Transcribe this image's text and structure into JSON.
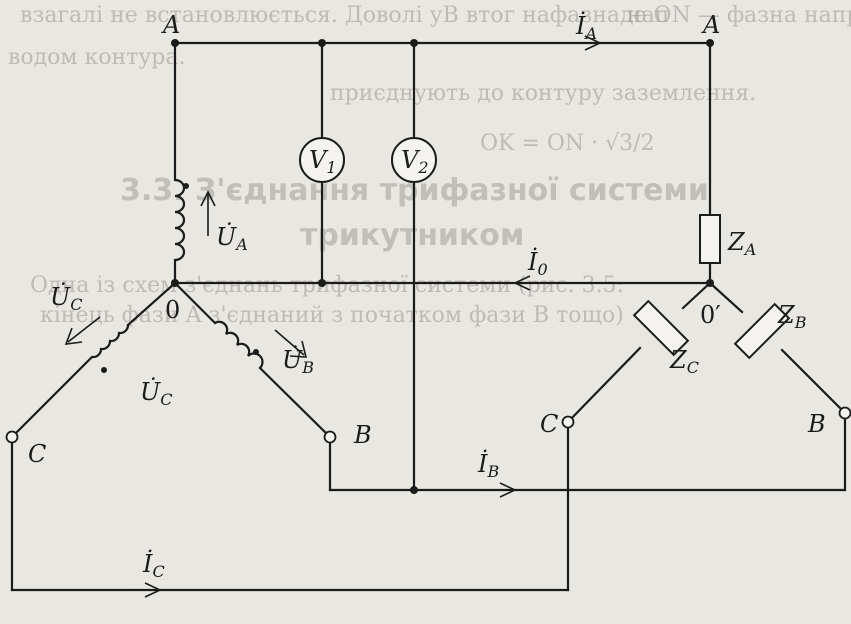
{
  "background_text": {
    "line1": "взагалі не встановлюється. Доволі уВ втог нафазна нап",
    "line2": "водом контура.",
    "line3": "приєднують до контуру заземлення.",
    "formula_top": "OK = ON · √3/2",
    "formula_right": "де ON — фазна напруга",
    "heading1": "3.3. З'єднання трифазної системи",
    "heading2": "трикутником",
    "par1": "Одна із схем з'єднань трифазної системи (рис. 3.5:",
    "par2": "кінець фази A з'єднаний з початком фази B тощо)"
  },
  "labels": {
    "A_left": "A",
    "A_right": "A",
    "I_A": "İ",
    "I_A_sub": "A",
    "V1": "V",
    "V1_sub": "1",
    "V2": "V",
    "V2_sub": "2",
    "U_A": "U̇",
    "U_A_sub": "A",
    "Z_A": "Z",
    "Z_A_sub": "A",
    "I_0": "İ",
    "I_0_sub": "0",
    "U_C_top": "U̇",
    "U_C_top_sub": "C",
    "node_0": "0",
    "node_0prime": "0′",
    "Z_B": "Z",
    "Z_B_sub": "B",
    "Z_C": "Z",
    "Z_C_sub": "C",
    "U_B": "U̇",
    "U_B_sub": "B",
    "U_C_mid": "U̇",
    "U_C_mid_sub": "C",
    "C_left": "C",
    "B_left": "B",
    "C_right": "C",
    "B_right": "B",
    "I_B": "İ",
    "I_B_sub": "B",
    "I_C": "İ",
    "I_C_sub": "C"
  },
  "colors": {
    "ink": "#1b1b1b",
    "paper": "#e9e7e2",
    "ghost": "#9b9893"
  }
}
